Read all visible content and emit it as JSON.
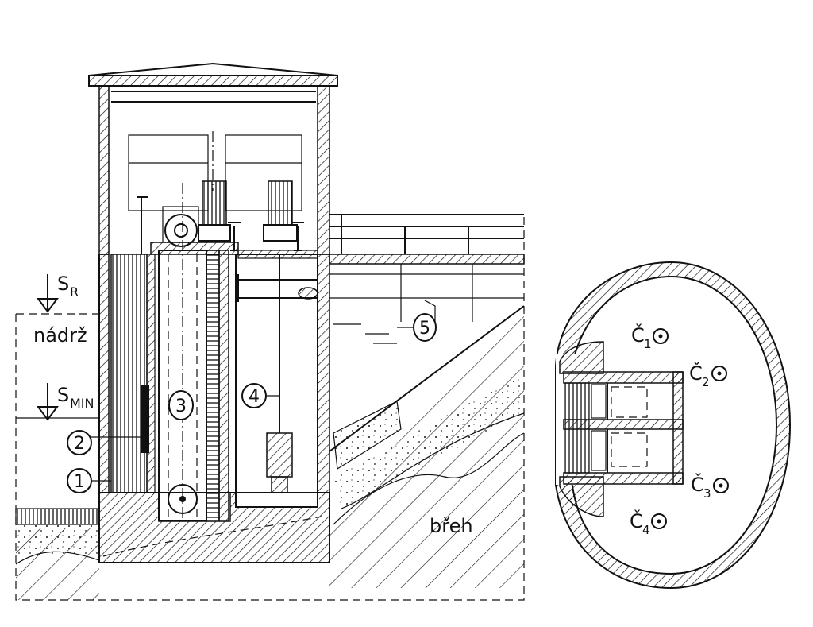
{
  "section": {
    "water_levels": [
      {
        "symbol": "S",
        "subscript": "R"
      },
      {
        "symbol": "S",
        "subscript": "MIN"
      }
    ],
    "reservoir_label": "nádrž",
    "bank_label": "břeh",
    "callouts": [
      "1",
      "2",
      "3",
      "4",
      "5"
    ]
  },
  "plan": {
    "chambers": [
      {
        "label": "Č",
        "subscript": "1"
      },
      {
        "label": "Č",
        "subscript": "2"
      },
      {
        "label": "Č",
        "subscript": "3"
      },
      {
        "label": "Č",
        "subscript": "4"
      }
    ]
  }
}
